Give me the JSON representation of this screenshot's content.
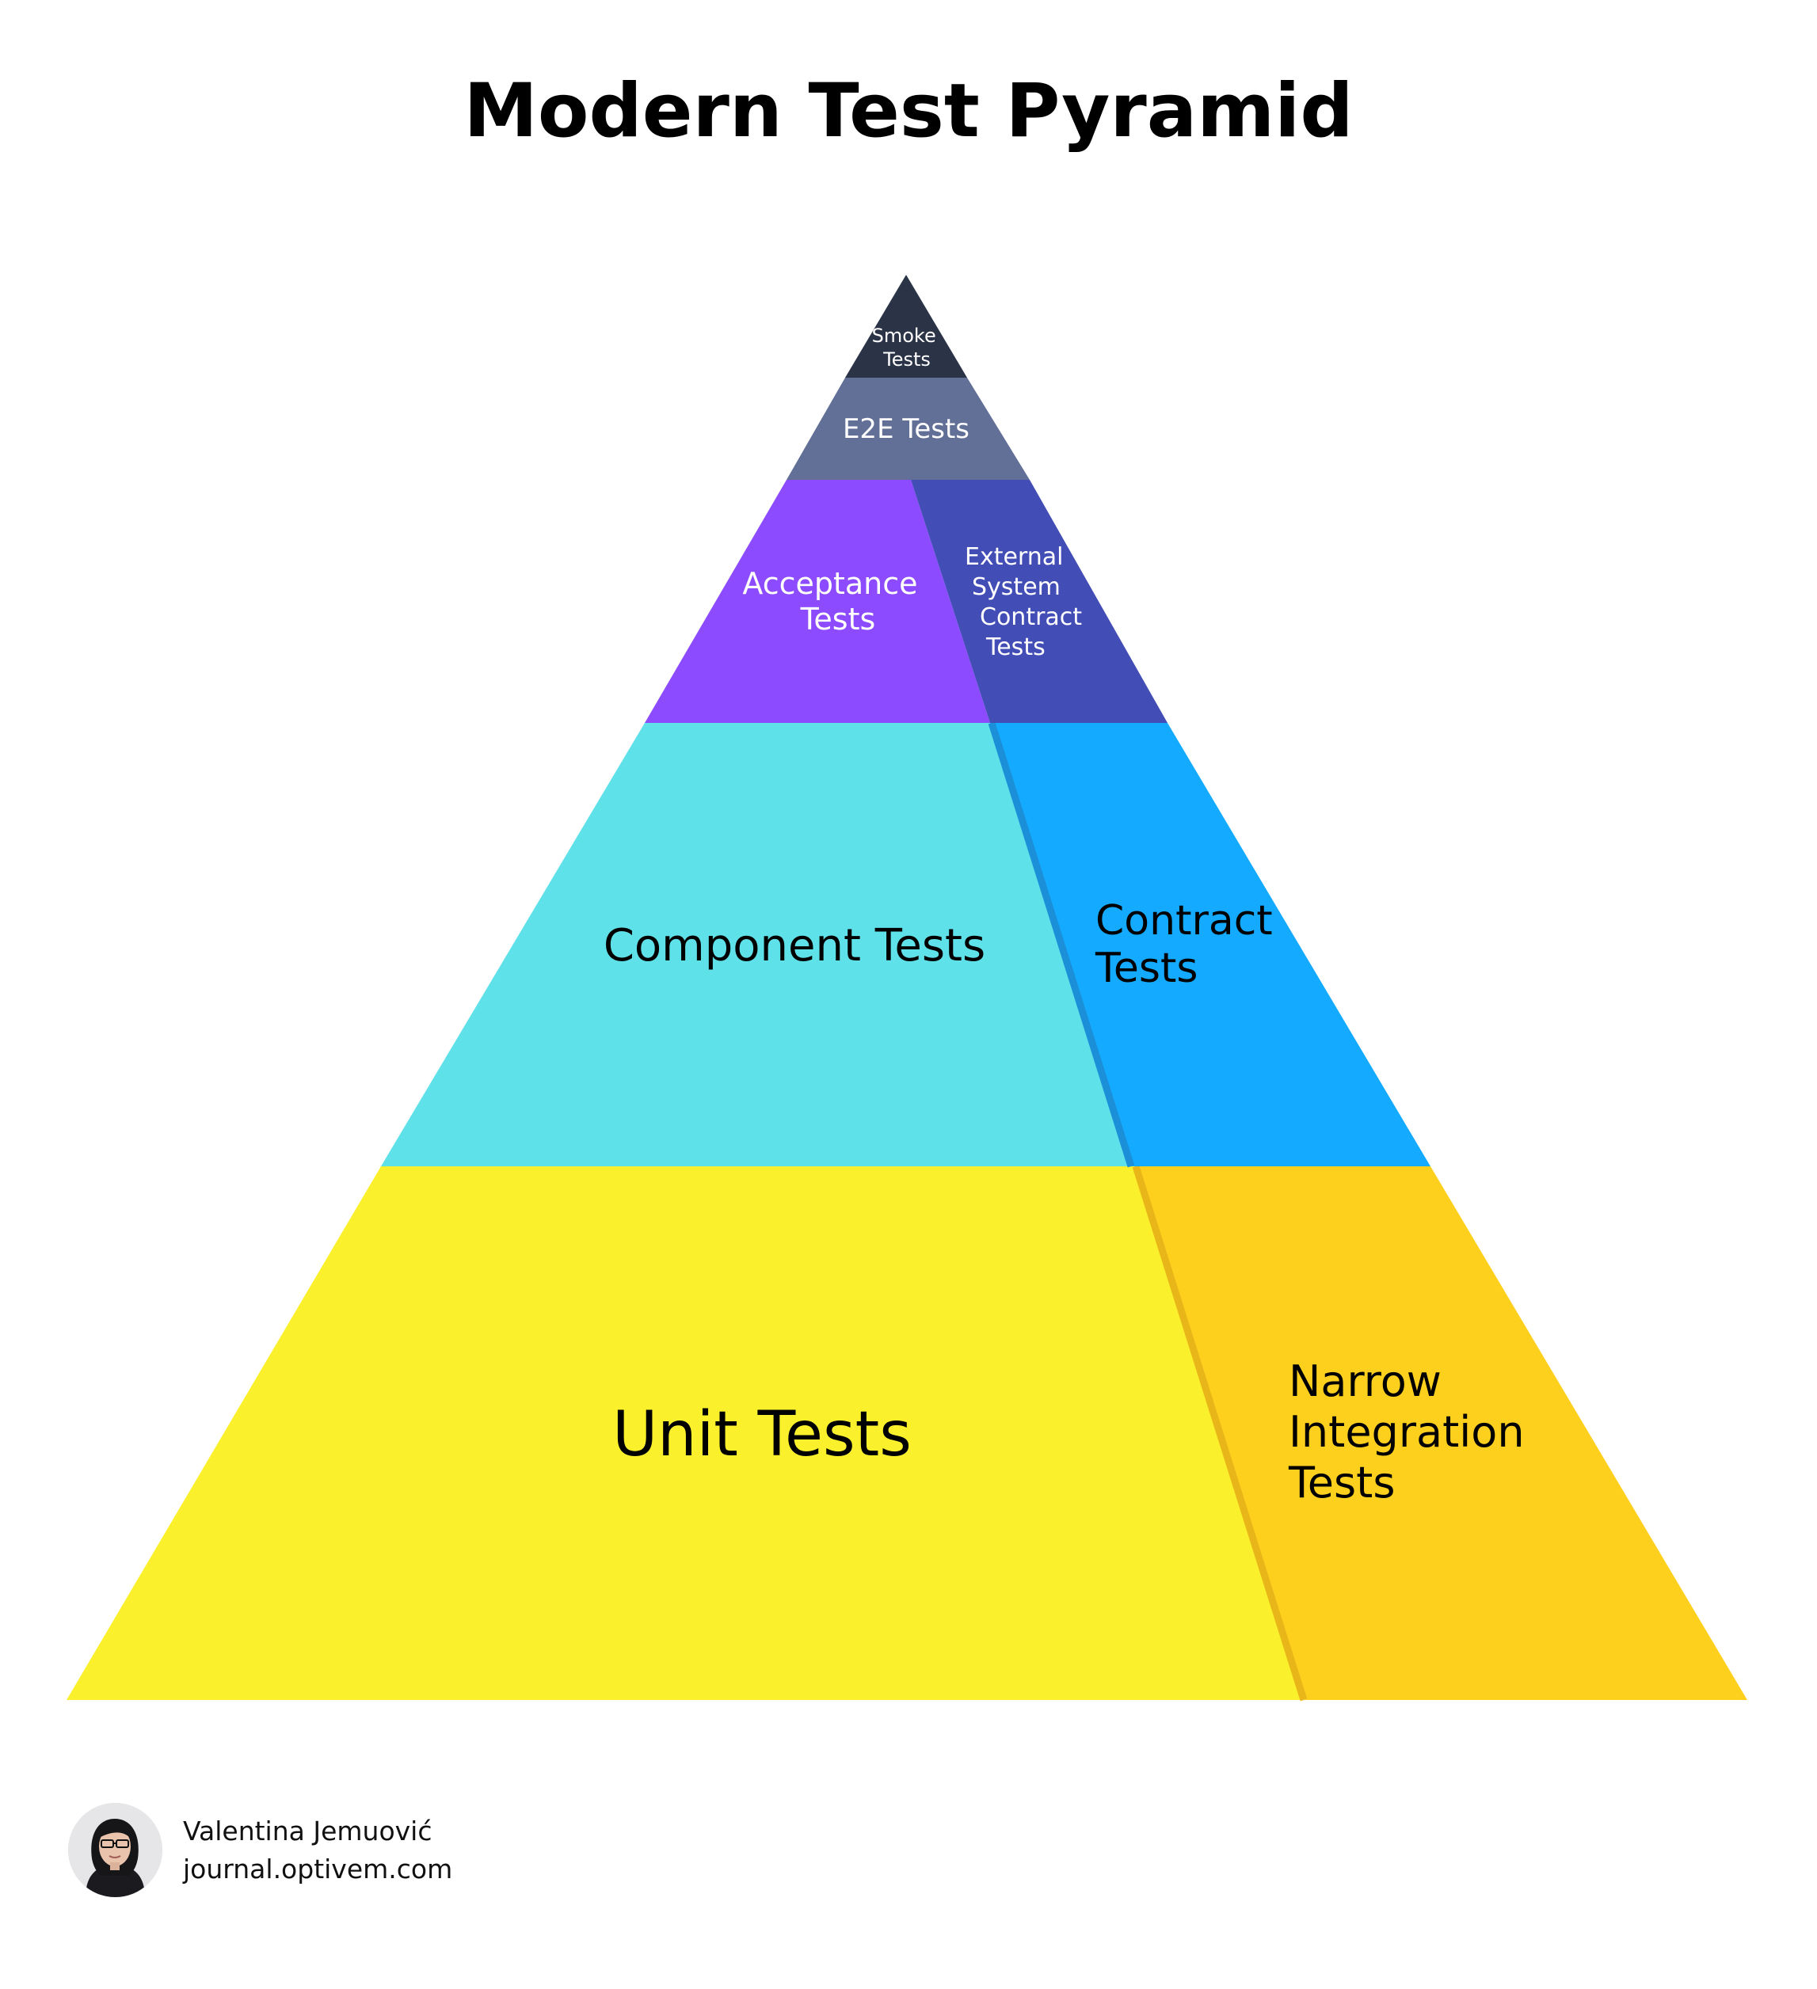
{
  "title": "Modern Test Pyramid",
  "colors": {
    "smoke": "#2b3347",
    "e2e": "#627098",
    "acceptance": "#8c4bff",
    "external": "#434db6",
    "component": "#5fe1e9",
    "contract": "#14aaff",
    "unit": "#fbf02c",
    "narrow": "#fed01e",
    "divider_blue": "#1b8fd8",
    "divider_gold": "#e9b619"
  },
  "layers": {
    "smoke": {
      "lines": [
        "Smoke",
        "Tests"
      ]
    },
    "e2e": {
      "lines": [
        "E2E Tests"
      ]
    },
    "acceptance": {
      "lines": [
        "Acceptance",
        "Tests"
      ]
    },
    "external_contract": {
      "lines": [
        "External",
        "System",
        "Contract",
        "Tests"
      ]
    },
    "component": {
      "lines": [
        "Component Tests"
      ]
    },
    "contract": {
      "lines": [
        "Contract",
        "Tests"
      ]
    },
    "unit": {
      "lines": [
        "Unit Tests"
      ]
    },
    "narrow_integration": {
      "lines": [
        "Narrow",
        "Integration",
        "Tests"
      ]
    }
  },
  "author": {
    "name": "Valentina Jemuović",
    "site": "journal.optivem.com"
  }
}
